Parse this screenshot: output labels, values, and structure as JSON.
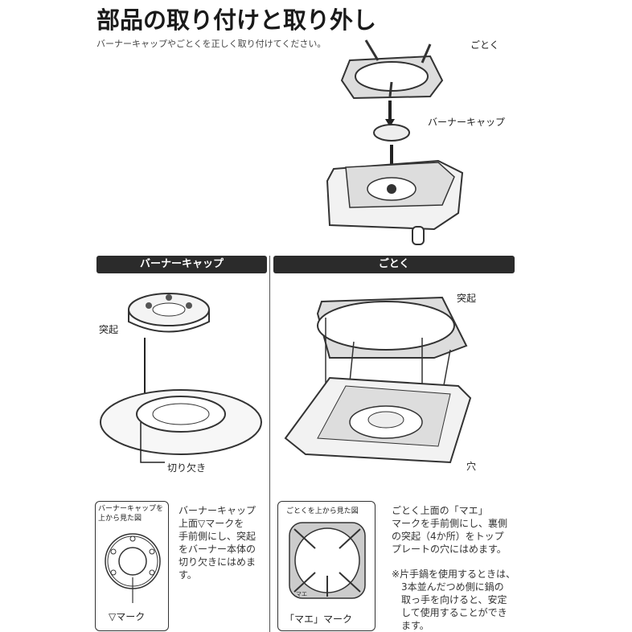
{
  "title": "部品の取り付けと取り外し",
  "subtitle": "バーナーキャップやごとくを正しく取り付けてください。",
  "top_figure": {
    "label_grate": "ごとく",
    "label_cap": "バーナーキャップ"
  },
  "left_section": {
    "header": "バーナーキャップ",
    "label_protrusion": "突起",
    "label_notch": "切り欠き",
    "inset_title": "バーナーキャップを\n上から見た図",
    "inset_mark": "▽マーク",
    "instructions": "バーナーキャップ\n上面▽マークを\n手前側にし、突起\nをバーナー本体の\n切り欠きにはめま\nす。"
  },
  "right_section": {
    "header": "ごとく",
    "label_protrusion": "突起",
    "label_hole": "穴",
    "inset_title": "ごとくを上から見た図",
    "inset_small": "マエ",
    "inset_mark": "「マエ」マーク",
    "instructions": "ごとく上面の「マエ」\nマークを手前側にし、裏側\nの突起（4か所）をトップ\nプレートの穴にはめます。",
    "note": "※片手鍋を使用するときは、\n　3本並んだつめ側に鍋の\n　取っ手を向けると、安定\n　して使用することができ\n　ます。"
  }
}
